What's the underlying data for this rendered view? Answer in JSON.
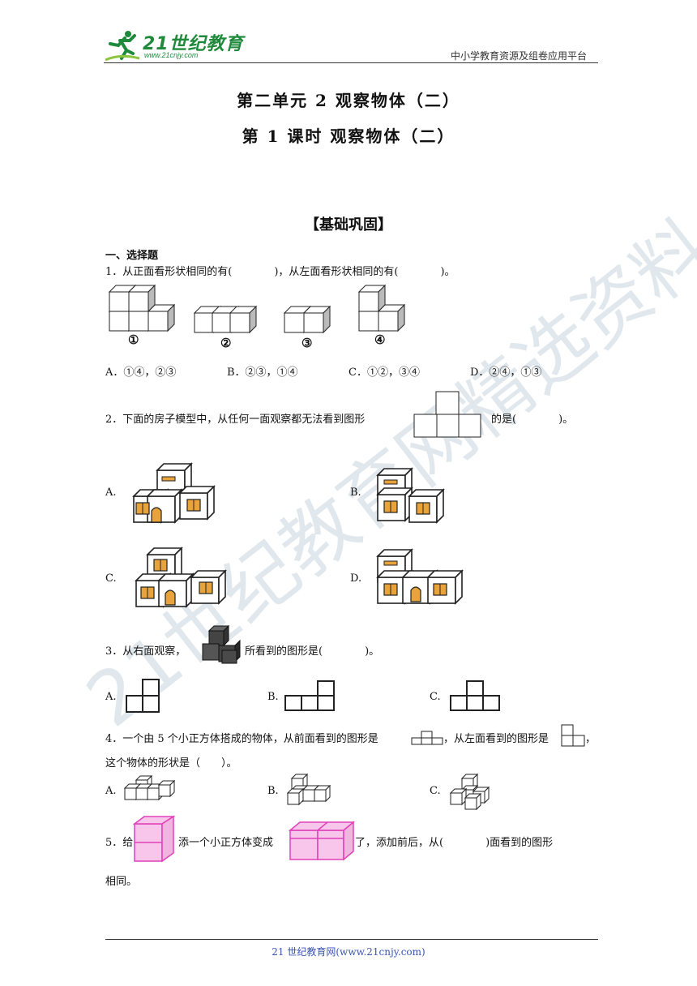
{
  "header": {
    "logo_text": "21世纪教育",
    "logo_url": "www.21cnjy.com",
    "right_text": "中小学教育资源及组卷应用平台"
  },
  "title": {
    "line1": "第二单元 2 观察物体（二）",
    "line2": "第 1 课时 观察物体（二）"
  },
  "section_heading": "【基础巩固】",
  "part_label": "一、选择题",
  "questions": {
    "q1": {
      "text": "1．从正面看形状相同的有(　　　　)，从左面看形状相同的有(　　　　)。",
      "figure_labels": [
        "①",
        "②",
        "③",
        "④"
      ],
      "options": [
        "A．①④，②③",
        "B．②③，①④",
        "C．①②，③④",
        "D．②④，①③"
      ]
    },
    "q2": {
      "text_before": "2．下面的房子模型中，从任何一面观察都无法看到图形",
      "text_after": "的是(　　　　)。",
      "options": [
        "A.",
        "B.",
        "C.",
        "D."
      ]
    },
    "q3": {
      "text_before": "3．从右面观察，",
      "text_after": "所看到的图形是(　　　　)。",
      "options": [
        "A.",
        "B.",
        "C."
      ]
    },
    "q4": {
      "text_part1": "4．一个由 5 个小正方体搭成的物体，从前面看到的图形是",
      "text_part2": "，从左面看到的图形是",
      "text_part3": "，",
      "text_line2": "这个物体的形状是（　　）。",
      "options": [
        "A.",
        "B.",
        "C."
      ]
    },
    "q5": {
      "text_part1": "5．给",
      "text_part2": "添一个小正方体变成",
      "text_part3": "了，添加前后，从(　　　　)面看到的图形",
      "text_line2": "相同。"
    }
  },
  "watermark": "21世纪教育网精选资料",
  "footer": "21 世纪教育网(www.21cnjy.com)",
  "colors": {
    "logo_green": "#1f8a3c",
    "window_orange": "#e8a33a",
    "cube_pink": "#f7c6ea",
    "cube_pink_edge": "#e040b8",
    "footer_blue": "#3a55b0",
    "watermark": "#c9d6de"
  }
}
